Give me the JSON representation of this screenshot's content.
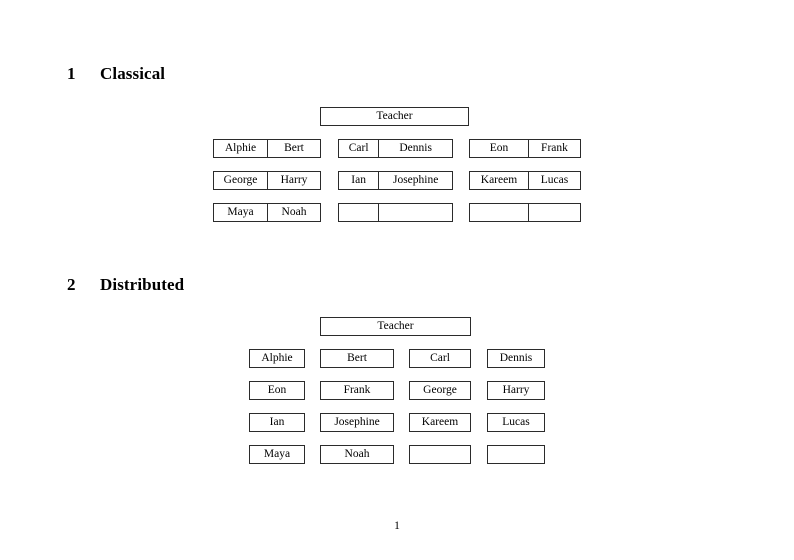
{
  "document": {
    "page_number": "1"
  },
  "sections": [
    {
      "number": "1",
      "title": "Classical",
      "teacher_label": "Teacher",
      "groups": [
        {
          "name": "left-group",
          "rows": [
            {
              "left": "Alphie",
              "right": "Bert"
            },
            {
              "left": "George",
              "right": "Harry"
            },
            {
              "left": "Maya",
              "right": "Noah"
            }
          ]
        },
        {
          "name": "middle-group",
          "rows": [
            {
              "left": "Carl",
              "right": "Dennis"
            },
            {
              "left": "Ian",
              "right": "Josephine"
            },
            {
              "left": "",
              "right": ""
            }
          ]
        },
        {
          "name": "right-group",
          "rows": [
            {
              "left": "Eon",
              "right": "Frank"
            },
            {
              "left": "Kareem",
              "right": "Lucas"
            },
            {
              "left": "",
              "right": ""
            }
          ]
        }
      ]
    },
    {
      "number": "2",
      "title": "Distributed",
      "teacher_label": "Teacher",
      "rows": [
        {
          "cells": [
            "Alphie",
            "Bert",
            "Carl",
            "Dennis"
          ]
        },
        {
          "cells": [
            "Eon",
            "Frank",
            "George",
            "Harry"
          ]
        },
        {
          "cells": [
            "Ian",
            "Josephine",
            "Kareem",
            "Lucas"
          ]
        },
        {
          "cells": [
            "Maya",
            "Noah",
            "",
            ""
          ]
        }
      ]
    }
  ]
}
